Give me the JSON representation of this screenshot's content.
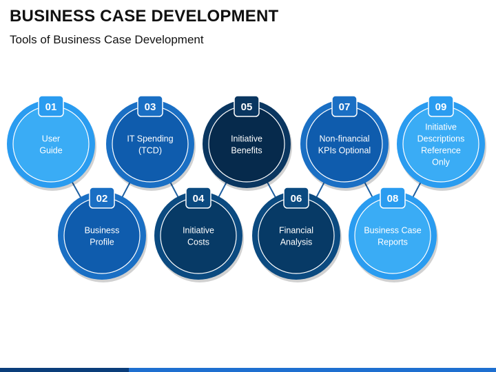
{
  "header": {
    "title": "BUSINESS CASE DEVELOPMENT",
    "subtitle": "Tools of Business Case Development"
  },
  "colors": {
    "light_blue": "#2a9cf0",
    "light_blue_inner": "#3aacf5",
    "mid_blue": "#1a6fc4",
    "mid_blue_inner": "#0f5cad",
    "dark_blue": "#0b4a80",
    "dark_blue_inner": "#073a66",
    "navy": "#0a3660",
    "navy_inner": "#062a4c",
    "connector": "#1e5fa0"
  },
  "steps": [
    {
      "number": "01",
      "lines": [
        "User",
        "Guide"
      ],
      "tone": "light"
    },
    {
      "number": "02",
      "lines": [
        "Business",
        "Profile"
      ],
      "tone": "mid"
    },
    {
      "number": "03",
      "lines": [
        "IT Spending",
        "(TCD)"
      ],
      "tone": "mid"
    },
    {
      "number": "04",
      "lines": [
        "Initiative",
        "Costs"
      ],
      "tone": "dark"
    },
    {
      "number": "05",
      "lines": [
        "Initiative",
        "Benefits"
      ],
      "tone": "navy"
    },
    {
      "number": "06",
      "lines": [
        "Financial",
        "Analysis"
      ],
      "tone": "dark"
    },
    {
      "number": "07",
      "lines": [
        "Non-financial",
        "KPIs Optional"
      ],
      "tone": "mid"
    },
    {
      "number": "08",
      "lines": [
        "Business Case",
        "Reports"
      ],
      "tone": "light"
    },
    {
      "number": "09",
      "lines": [
        "Initiative",
        "Descriptions",
        "Reference",
        "Only"
      ],
      "tone": "light"
    }
  ]
}
